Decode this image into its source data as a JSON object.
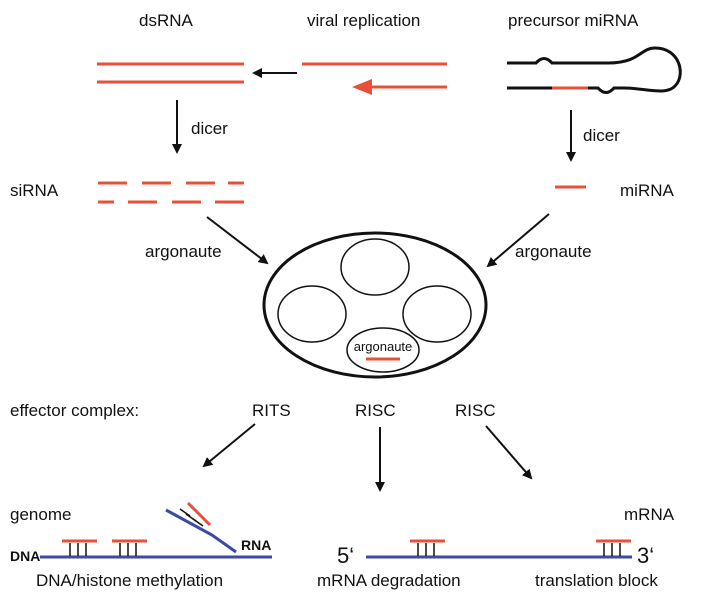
{
  "colors": {
    "rna": "#e8503a",
    "dna": "#3b4aa3",
    "ink": "#111111"
  },
  "labels": {
    "dsrna": "dsRNA",
    "viral_replication": "viral replication",
    "precursor_mirna": "precursor miRNA",
    "dicer_left": "dicer",
    "dicer_right": "dicer",
    "sirna": "siRNA",
    "mirna": "miRNA",
    "argonaute_left": "argonaute",
    "argonaute_right": "argonaute",
    "argonaute_inner": "argonaute",
    "effector_complex": "effector complex:",
    "rits": "RITS",
    "risc_1": "RISC",
    "risc_2": "RISC",
    "genome": "genome",
    "mrna": "mRNA",
    "dna": "DNA",
    "rna": "RNA",
    "five_prime": "5‘",
    "three_prime": "3‘",
    "dna_methylation": "DNA/histone methylation",
    "mrna_degradation": "mRNA degradation",
    "translation_block": "translation block"
  }
}
